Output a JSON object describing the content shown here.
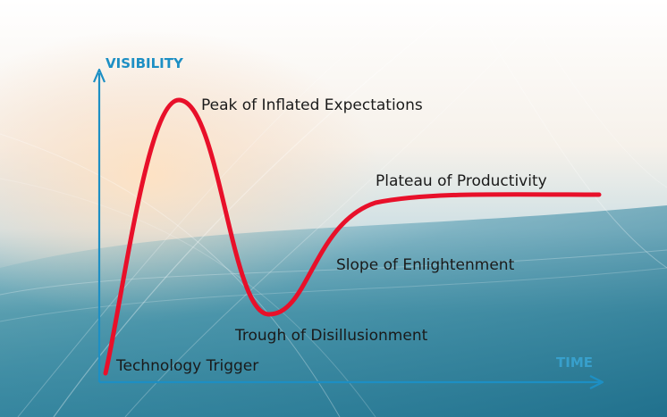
{
  "axes": {
    "y_label": "VISIBILITY",
    "x_label": "TIME"
  },
  "phases": {
    "trigger": "Technology Trigger",
    "peak": "Peak of Inflated Expectations",
    "trough": "Trough of Disillusionment",
    "slope": "Slope of Enlightenment",
    "plateau": "Plateau of Productivity"
  },
  "colors": {
    "curve": "#e8102a",
    "axis": "#1d8fc4",
    "time_label": "#3aa6d6",
    "text": "#1a1a1a"
  }
}
